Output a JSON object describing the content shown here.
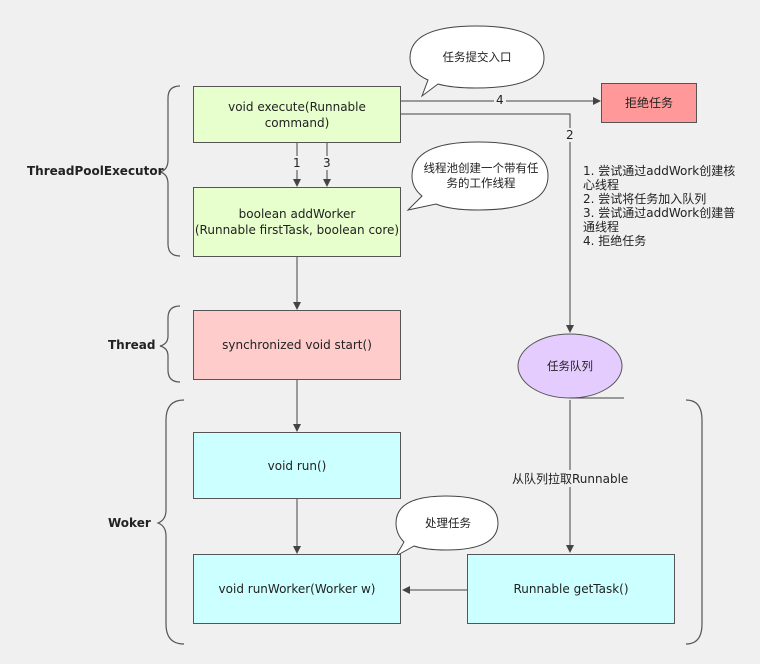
{
  "groups": {
    "executor": "ThreadPoolExecutor",
    "thread": "Thread",
    "woker": "Woker"
  },
  "nodes": {
    "execute": "void execute(Runnable\ncommand)",
    "addWorker": "boolean addWorker\n(Runnable firstTask, boolean core)",
    "start": "synchronized void start()",
    "run": "void run()",
    "runWorker": "void runWorker(Worker w)",
    "getTask": "Runnable getTask()",
    "reject": "拒绝任务",
    "queue": "任务队列"
  },
  "callouts": {
    "entry": "任务提交入口",
    "create_worker": "线程池创建一个带有任\n务的工作线程",
    "process": "处理任务"
  },
  "edge_labels": {
    "e1": "1",
    "e2": "2",
    "e3": "3",
    "e4": "4",
    "pull": "从队列拉取Runnable"
  },
  "notes": [
    "1. 尝试通过addWork创建核\n心线程",
    "2. 尝试将任务加入队列",
    "3. 尝试通过addWork创建普\n通线程",
    "4. 拒绝任务"
  ],
  "colors": {
    "green": "#e6ffcc",
    "pink": "#ffcccc",
    "cyan": "#ccffff",
    "red": "#ff9999",
    "queue": "#e5ccff"
  }
}
